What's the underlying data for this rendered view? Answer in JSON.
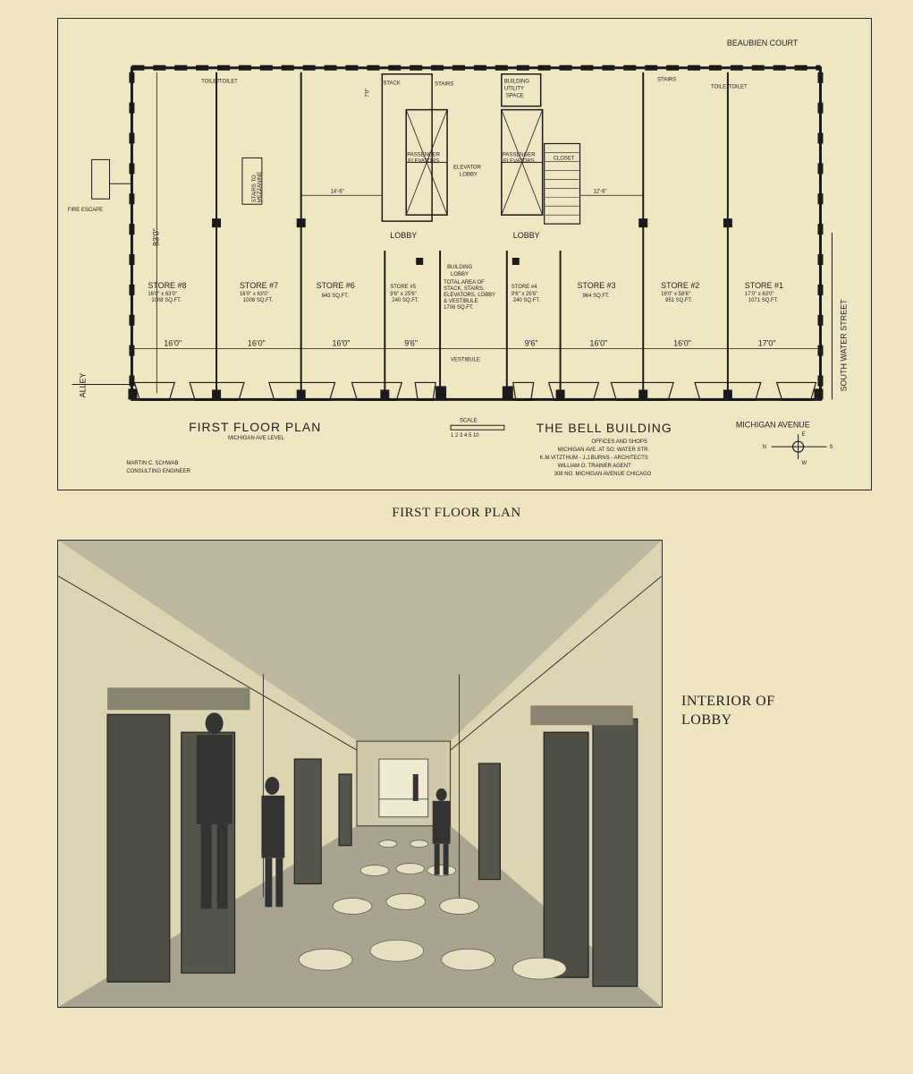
{
  "plan": {
    "top_street": "BEAUBIEN COURT",
    "right_street": "SOUTH WATER STREET",
    "bottom_street": "MICHIGAN AVENUE",
    "left_street": "ALLEY",
    "fire_escape": "FIRE ESCAPE",
    "depth_dim": "83'0\"",
    "dim_7": "7'0\"",
    "dim_14_6": "14'-6\"",
    "dim_12_6": "12'-6\"",
    "stairs": "STAIRS",
    "stairs_right": "STAIRS",
    "stack": "STACK",
    "utility": [
      "BUILDING",
      "UTILITY",
      "SPACE"
    ],
    "toilet": "TOILET",
    "closet": "CLOSET",
    "elev_left": [
      "PASSENGER",
      "ELEVATORS"
    ],
    "elev_right": [
      "PASSENGER",
      "ELEVATORS"
    ],
    "elevator_lobby": [
      "ELEVATOR",
      "LOBBY"
    ],
    "lobby_left": "LOBBY",
    "lobby_right": "LOBBY",
    "building_lobby": {
      "title": [
        "BUILDING",
        "LOBBY"
      ],
      "note": [
        "TOTAL AREA OF",
        "STACK, STAIRS,",
        "ELEVATORS, LOBBY",
        "& VESTIBULE",
        "1706 SQ.FT."
      ]
    },
    "vestibule": "VESTIBULE",
    "stair_box": [
      "STAIRS TO",
      "MEZZANINE"
    ],
    "stores": [
      {
        "name": "STORE #8",
        "dims": "16'0\" x 63'0\"",
        "area": "1008 SQ.FT."
      },
      {
        "name": "STORE #7",
        "dims": "16'0\" x 63'0\"",
        "area": "1008 SQ.FT."
      },
      {
        "name": "STORE #6",
        "dims": "",
        "area": "843 SQ.FT."
      },
      {
        "name": "STORE #5",
        "dims": "9'6\" x 25'6\"",
        "area": "240 SQ.FT."
      },
      {
        "name": "STORE #4",
        "dims": "9'6\" x 25'6\"",
        "area": "240 SQ.FT."
      },
      {
        "name": "STORE #3",
        "dims": "",
        "area": "964 SQ.FT."
      },
      {
        "name": "STORE #2",
        "dims": "16'0\" x 58'6\"",
        "area": "951 SQ.FT."
      },
      {
        "name": "STORE #1",
        "dims": "17'0\" x 63'0\"",
        "area": "1071 SQ.FT."
      }
    ],
    "widths": [
      "16'0\"",
      "16'0\"",
      "16'0\"",
      "9'6\"",
      "9'6\"",
      "16'0\"",
      "16'0\"",
      "17'0\""
    ],
    "title": "FIRST FLOOR PLAN",
    "subtitle": "MICHIGAN AVE LEVEL",
    "engineer": [
      "MARTIN C. SCHWAB",
      "CONSULTING ENGINEER"
    ],
    "scale_label": "SCALE",
    "scale_nums": "1 2 3 4 5    10",
    "building_name": "THE BELL BUILDING",
    "info": [
      "OFFICES AND SHOPS",
      "MICHIGAN AVE. AT SO. WATER STR.",
      "K.M.VITZTHUM - J.J.BURNS - ARCHITECTS",
      "WILLIAM O. TRAINER   AGENT",
      "308 NO. MICHIGAN AVENUE CHICAGO"
    ],
    "compass": {
      "n": "N",
      "s": "S",
      "e": "E",
      "w": "W"
    }
  },
  "caption_plan": "FIRST FLOOR PLAN",
  "caption_lobby": [
    "INTERIOR OF",
    "LOBBY"
  ]
}
